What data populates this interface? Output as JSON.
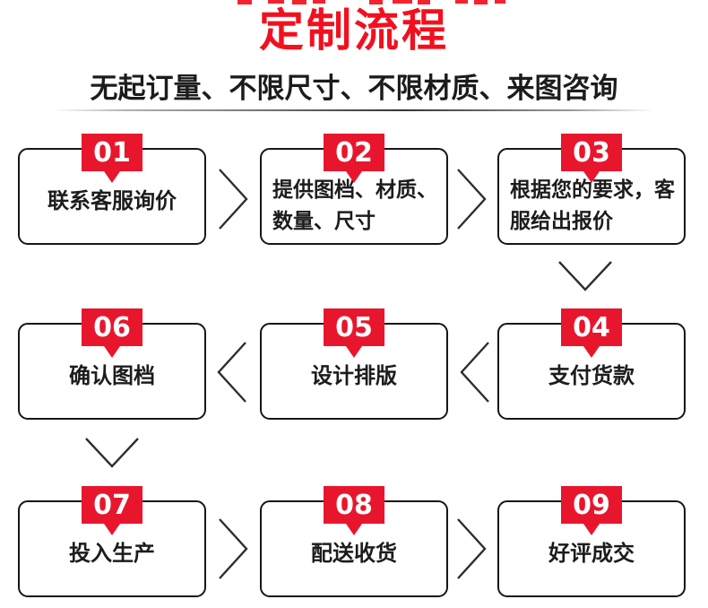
{
  "header": {
    "title": "定制流程",
    "subtitle": "无起订量、不限尺寸、不限材质、来图咨询"
  },
  "colors": {
    "title_red": "#f2101e",
    "badge_red": "#e8162d",
    "text_black": "#1c1c1c",
    "box_border": "#161616",
    "arrow_gray": "#2e2e2e",
    "bg_white": "#ffffff"
  },
  "steps": [
    {
      "number": "01",
      "label": "联系客服询价"
    },
    {
      "number": "02",
      "label": "提供图档、材质、\n数量、尺寸"
    },
    {
      "number": "03",
      "label": "根据您的要求，客\n服给出报价"
    },
    {
      "number": "04",
      "label": "支付货款"
    },
    {
      "number": "05",
      "label": "设计排版"
    },
    {
      "number": "06",
      "label": "确认图档"
    },
    {
      "number": "07",
      "label": "投入生产"
    },
    {
      "number": "08",
      "label": "配送收货"
    },
    {
      "number": "09",
      "label": "好评成交"
    }
  ]
}
